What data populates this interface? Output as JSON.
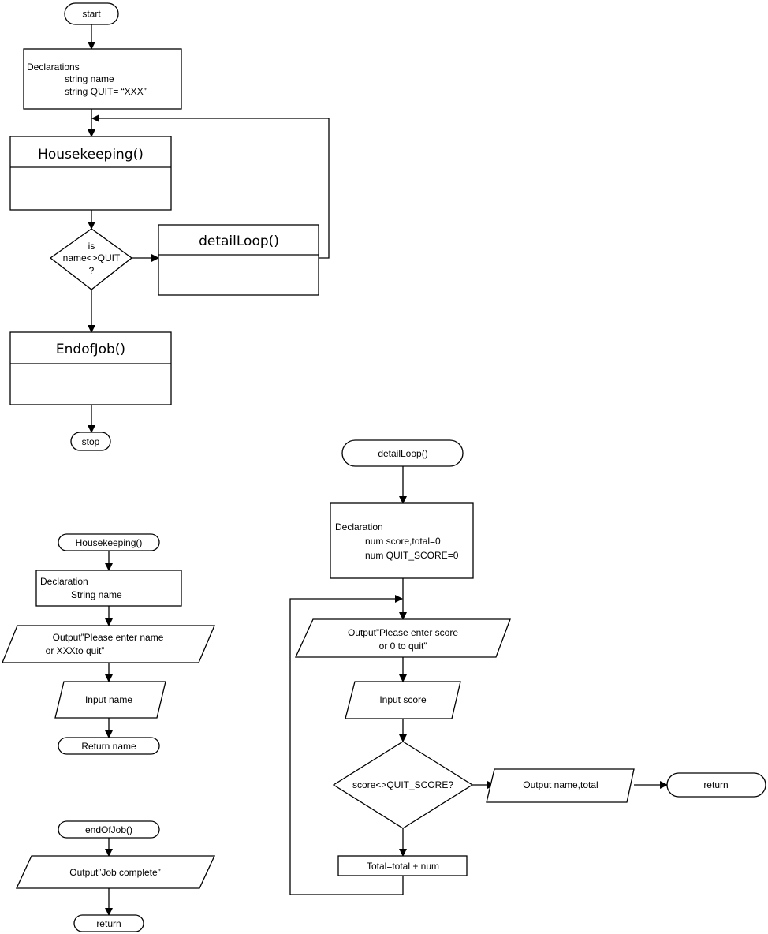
{
  "main": {
    "start": "start",
    "declarations": [
      "Declarations",
      "string name",
      "string QUIT= “XXX”"
    ],
    "housekeeping": "Housekeeping()",
    "decision": [
      "is",
      "name<>QUIT",
      "?"
    ],
    "detail_loop": "detailLoop()",
    "end_of_job": "EndofJob()",
    "stop": "stop"
  },
  "housekeeping_module": {
    "title": "Housekeeping()",
    "declaration": [
      "Declaration",
      "String name"
    ],
    "output": [
      "Output”Please enter name",
      "or XXXto quit”"
    ],
    "input": "Input name",
    "return": "Return name"
  },
  "end_of_job_module": {
    "title": "endOfJob()",
    "output": "Output”Job complete”",
    "return": "return"
  },
  "detail_loop_module": {
    "title": "detailLoop()",
    "declaration": [
      "Declaration",
      "num score,total=0",
      "num QUIT_SCORE=0"
    ],
    "output": [
      "Output”Please enter score",
      "or 0 to quit”"
    ],
    "input": "Input score",
    "decision": "score<>QUIT_SCORE?",
    "output_total": "Output name,total",
    "return": "return",
    "process": "Total=total + num"
  }
}
